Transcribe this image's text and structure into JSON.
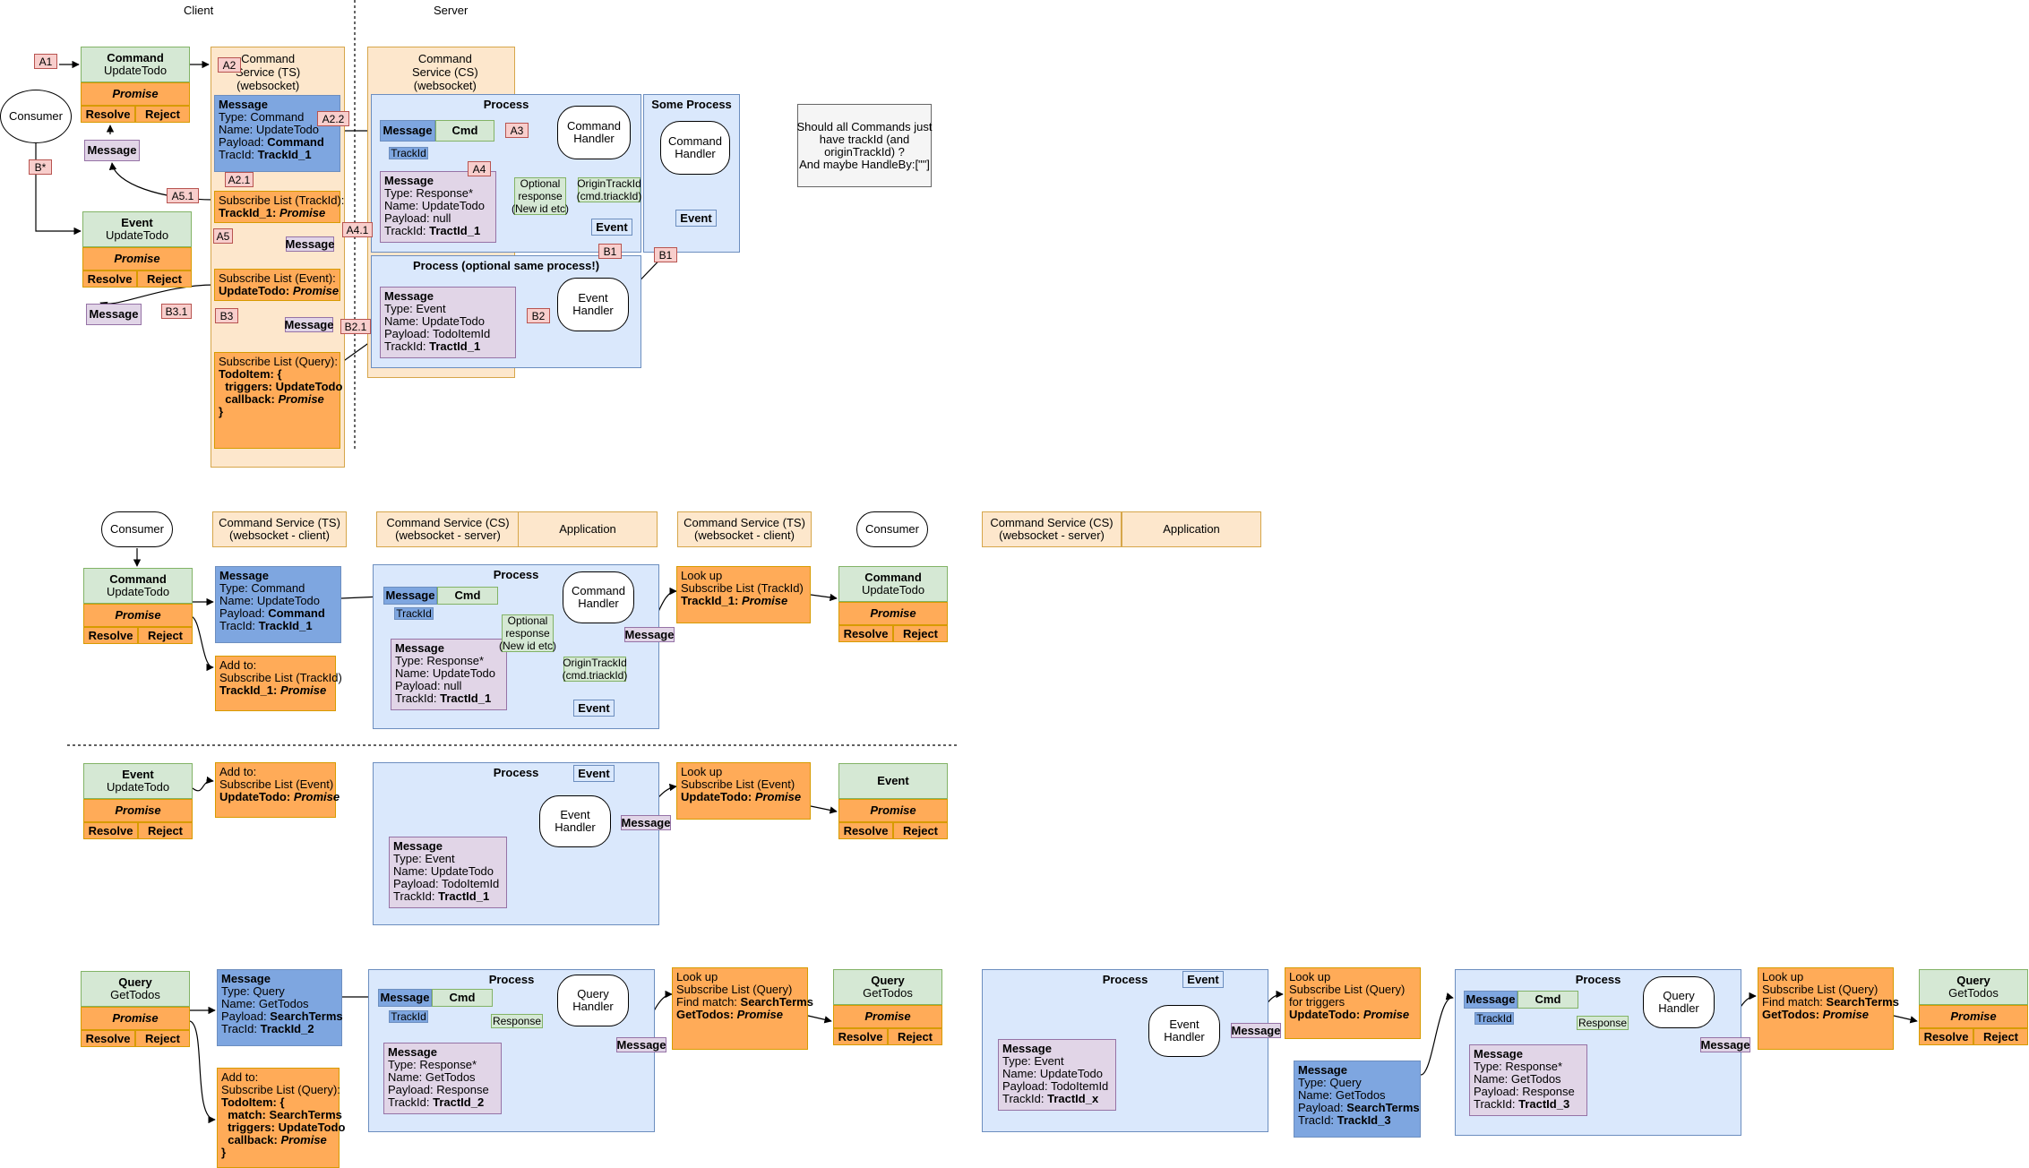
{
  "labels": {
    "client": "Client",
    "server": "Server",
    "consumer": "Consumer",
    "command": "Command",
    "event": "Event",
    "query": "Query",
    "update_todo": "UpdateTodo",
    "get_todos": "GetTodos",
    "promise": "Promise",
    "resolve": "Resolve",
    "reject": "Reject",
    "message": "Message",
    "cmd": "Cmd",
    "track_id": "TrackId",
    "process": "Process",
    "some_process": "Some Process",
    "process_optional": "Process (optional same process!)",
    "command_handler": "Command\nHandler",
    "event_handler": "Event\nHandler",
    "query_handler": "Query\nHandler",
    "optional_response": "Optional\nresponse\n(New id etc)",
    "origin_track_id": "OriginTrackId\n(cmd.triackId)",
    "response": "Response",
    "cs_ts_ws": "Command\nService (TS)\n(websocket)",
    "cs_cs_ws": "Command\nService (CS)\n(websocket)",
    "cs_ts_client": "Command Service (TS)\n(websocket - client)",
    "cs_cs_server": "Command Service (CS)\n(websocket - server)",
    "application": "Application",
    "note": "Should all Commands just\nhave trackId (and\noriginTrackId) ?\nAnd maybe HandleBy:[\"\"]"
  },
  "badges": {
    "a1": "A1",
    "a2": "A2",
    "a2_1": "A2.1",
    "a2_2": "A2.2",
    "a3": "A3",
    "a4": "A4",
    "a4_1": "A4.1",
    "a5": "A5",
    "a5_1": "A5.1",
    "b_star": "B*",
    "b1": "B1",
    "b2": "B2",
    "b2_1": "B2.1",
    "b3": "B3",
    "b3_1": "B3.1"
  },
  "messages": {
    "m_cmd_1": [
      "Message",
      "Type: Command",
      "Name: UpdateTodo",
      "Payload: |Command",
      "TracId: |TrackId_1"
    ],
    "m_resp_1": [
      "Message",
      "Type: Response*",
      "Name: UpdateTodo",
      "Payload: null",
      "TrackId: |TractId_1"
    ],
    "m_event_1": [
      "Message",
      "Type: Event",
      "Name: UpdateTodo",
      "Payload: TodoItemId",
      "TrackId: |TractId_1"
    ],
    "sub_trackid": [
      "Subscribe List (TrackId):",
      "|TrackId_1: ~Promise"
    ],
    "sub_event": [
      "Subscribe List (Event):",
      "|UpdateTodo: ~Promise"
    ],
    "sub_query": [
      "Subscribe List (Query):",
      "|TodoItem: {",
      "|  triggers: UpdateTodo",
      "|  callback: ~Promise",
      "|}"
    ],
    "m_cmd_2": [
      "Message",
      "Type: Command",
      "Name: UpdateTodo",
      "Payload: |Command",
      "TracId: |TrackId_1"
    ],
    "m_resp_2": [
      "Message",
      "Type: Response*",
      "Name: UpdateTodo",
      "Payload: null",
      "TrackId: |TractId_1"
    ],
    "add_trackid": [
      "Add to:",
      "Subscribe List (TrackId)",
      "|TrackId_1: ~Promise"
    ],
    "lookup_trackid": [
      "Look up",
      "Subscribe List (TrackId)",
      "|TrackId_1: ~Promise"
    ],
    "add_event": [
      "Add to:",
      "Subscribe List (Event)",
      "|UpdateTodo: ~Promise"
    ],
    "m_event_2": [
      "Message",
      "Type: Event",
      "Name: UpdateTodo",
      "Payload: TodoItemId",
      "TrackId: |TractId_1"
    ],
    "lookup_event": [
      "Look up",
      "Subscribe List (Event)",
      "|UpdateTodo: ~Promise"
    ],
    "m_query_2": [
      "Message",
      "Type: Query",
      "Name: GetTodos",
      "Payload: |SearchTerms",
      "TracId: |TrackId_2"
    ],
    "m_resp_q2": [
      "Message",
      "Type: Response*",
      "Name: GetTodos",
      "Payload: Response",
      "TrackId: |TractId_2"
    ],
    "lookup_query_1": [
      "Look up",
      "Subscribe List (Query)",
      "Find match: |SearchTerms",
      "|GetTodos: ~Promise"
    ],
    "add_query": [
      "Add to:",
      "Subscribe List (Query):",
      "|TodoItem: {",
      "|  match: SearchTerms",
      "|  triggers: UpdateTodo",
      "|  callback: ~Promise",
      "|}"
    ],
    "m_event_x": [
      "Message",
      "Type: Event",
      "Name: UpdateTodo",
      "Payload: TodoItemId",
      "TrackId: |TractId_x"
    ],
    "lookup_query_trig": [
      "Look up",
      "Subscribe List (Query)",
      "for triggers",
      "|UpdateTodo: ~Promise"
    ],
    "m_query_3": [
      "Message",
      "Type: Query",
      "Name: GetTodos",
      "Payload: |SearchTerms",
      "TracId: |TrackId_3"
    ],
    "m_resp_q3": [
      "Message",
      "Type: Response*",
      "Name: GetTodos",
      "Payload: Response",
      "TrackId: |TractId_3"
    ],
    "lookup_query_2": [
      "Look up",
      "Subscribe List (Query)",
      "Find match: |SearchTerms",
      "|GetTodos: ~Promise"
    ]
  }
}
